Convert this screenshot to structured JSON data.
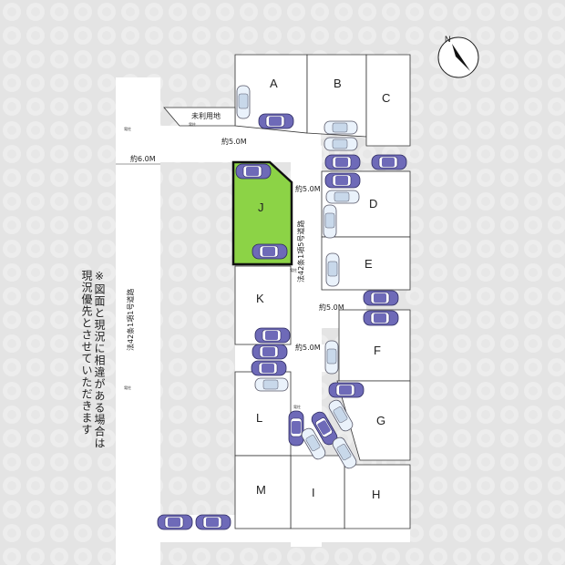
{
  "map": {
    "lots": [
      {
        "id": "A",
        "label": "A"
      },
      {
        "id": "B",
        "label": "B"
      },
      {
        "id": "C",
        "label": "C"
      },
      {
        "id": "D",
        "label": "D"
      },
      {
        "id": "E",
        "label": "E"
      },
      {
        "id": "F",
        "label": "F"
      },
      {
        "id": "G",
        "label": "G"
      },
      {
        "id": "H",
        "label": "H"
      },
      {
        "id": "I",
        "label": "I"
      },
      {
        "id": "J",
        "label": "J"
      },
      {
        "id": "K",
        "label": "K"
      },
      {
        "id": "L",
        "label": "L"
      },
      {
        "id": "M",
        "label": "M"
      }
    ],
    "highlight_lot": "J",
    "highlight_color": "#8cd346",
    "highlight_border": "#111111",
    "unused_land_label": "未利用地",
    "road_widths": {
      "main_road": "約6.0M",
      "north_road": "約5.0M",
      "middle_road": "約5.0M",
      "east_road": "約5.0M",
      "south_road": "約5.0M"
    },
    "road_names": {
      "west_road": "法42条1項1号道路",
      "inner_road": "法42条1項5号道路"
    },
    "utility_pole_label": "電柱",
    "compass_label": "N",
    "note_lines": [
      "※図面と現況に相違がある場合は",
      "現況優先とさせていただきます"
    ]
  }
}
